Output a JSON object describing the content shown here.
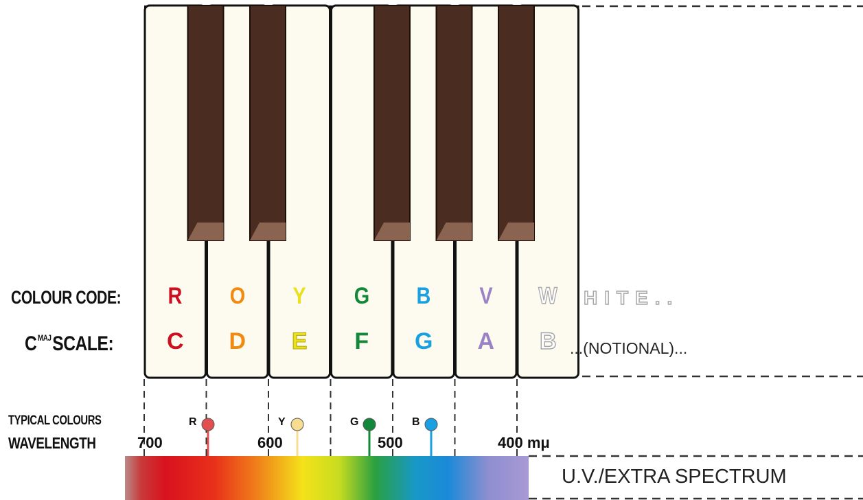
{
  "labels": {
    "colour_code": "COLOUR CODE:",
    "scale_prefix": "C",
    "scale_sup": "MAJ",
    "scale_suffix": "SCALE:",
    "typical_colours": "TYPICAL COLOURS",
    "wavelength": "WAVELENGTH",
    "white_extension": "HITE..",
    "notional": "...(NOTIONAL)...",
    "uv": "U.V./EXTRA SPECTRUM"
  },
  "keys": [
    {
      "code": "R",
      "note": "C",
      "color": "#cc1020"
    },
    {
      "code": "O",
      "note": "D",
      "color": "#f08a10"
    },
    {
      "code": "Y",
      "note": "E",
      "color": "#e8e020"
    },
    {
      "code": "G",
      "note": "F",
      "color": "#14883a"
    },
    {
      "code": "B",
      "note": "G",
      "color": "#1aa0e0"
    },
    {
      "code": "V",
      "note": "A",
      "color": "#9a82c4"
    },
    {
      "code": "W",
      "note": "B",
      "color": "#ffffff"
    }
  ],
  "wavelength_ticks": [
    {
      "value": "700",
      "nm": 700
    },
    {
      "value": "600",
      "nm": 600
    },
    {
      "value": "500",
      "nm": 500
    },
    {
      "value": "400 mμ",
      "nm": 400
    }
  ],
  "typical_colours": [
    {
      "label": "R",
      "color": "#e05050"
    },
    {
      "label": "Y",
      "color": "#f8dc90"
    },
    {
      "label": "G",
      "color": "#14883a"
    },
    {
      "label": "B",
      "color": "#1aa0e0"
    }
  ],
  "colors": {
    "white_key": "#fdfbf0",
    "black_key": "#4a2c20",
    "black_key_tip": "#8a6450",
    "key_outline": "#111111"
  }
}
